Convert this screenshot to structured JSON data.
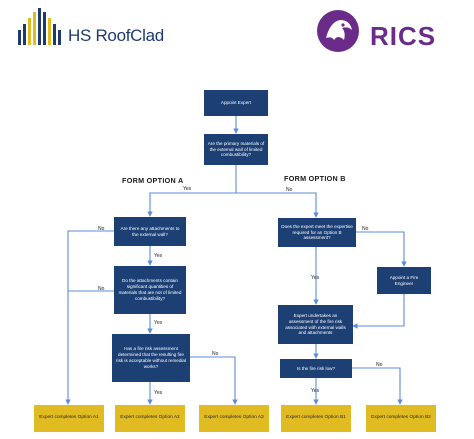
{
  "logos": {
    "left_name": "HS RoofClad",
    "right_name": "RICS"
  },
  "colors": {
    "node_blue": "#1c3f74",
    "outcome_yellow": "#e0bb22",
    "arrow_blue": "#5b8ed6",
    "rics_purple": "#6a2c88"
  },
  "titles": {
    "option_a": "FORM OPTION A",
    "option_b": "FORM OPTION B"
  },
  "nodes": {
    "appoint_expert": "Appoint Expert",
    "primary_materials": "Are the primary materials of the external wall of limited combustibility?",
    "attachments": "Are there any attachments to the external wall?",
    "attachments_significant": "Do the attachments contain significant quantities of materials that are not of limited combustibility?",
    "fire_risk_assessment": "Has a fire risk assessment determined that the resulting fire risk is acceptable without remedial works?",
    "expertise_option_b": "Does the expert meet the expertise required for an Option B assessment?",
    "appoint_fire_engineer": "Appoint a Fire Engineer",
    "expert_undertakes": "Expert undertakes an assessment of the fire risk associated with external walls and attachments",
    "fire_risk_low": "Is the fire risk low?",
    "out_a1": "Expert completes Option A1",
    "out_a2": "Expert completes Option A2",
    "out_a3": "Expert completes Option A3",
    "out_b1": "Expert completes Option B1",
    "out_b2": "Expert completes Option B2"
  },
  "edge_labels": {
    "yes_top": "Yes",
    "no_top": "No",
    "no_attachments": "No",
    "yes_attachments": "Yes",
    "no_significant": "No",
    "yes_significant": "Yes",
    "no_fra": "No",
    "yes_fra": "Yes",
    "no_expertise": "No",
    "yes_expertise": "Yes",
    "no_low": "No",
    "yes_low": "Yes"
  }
}
